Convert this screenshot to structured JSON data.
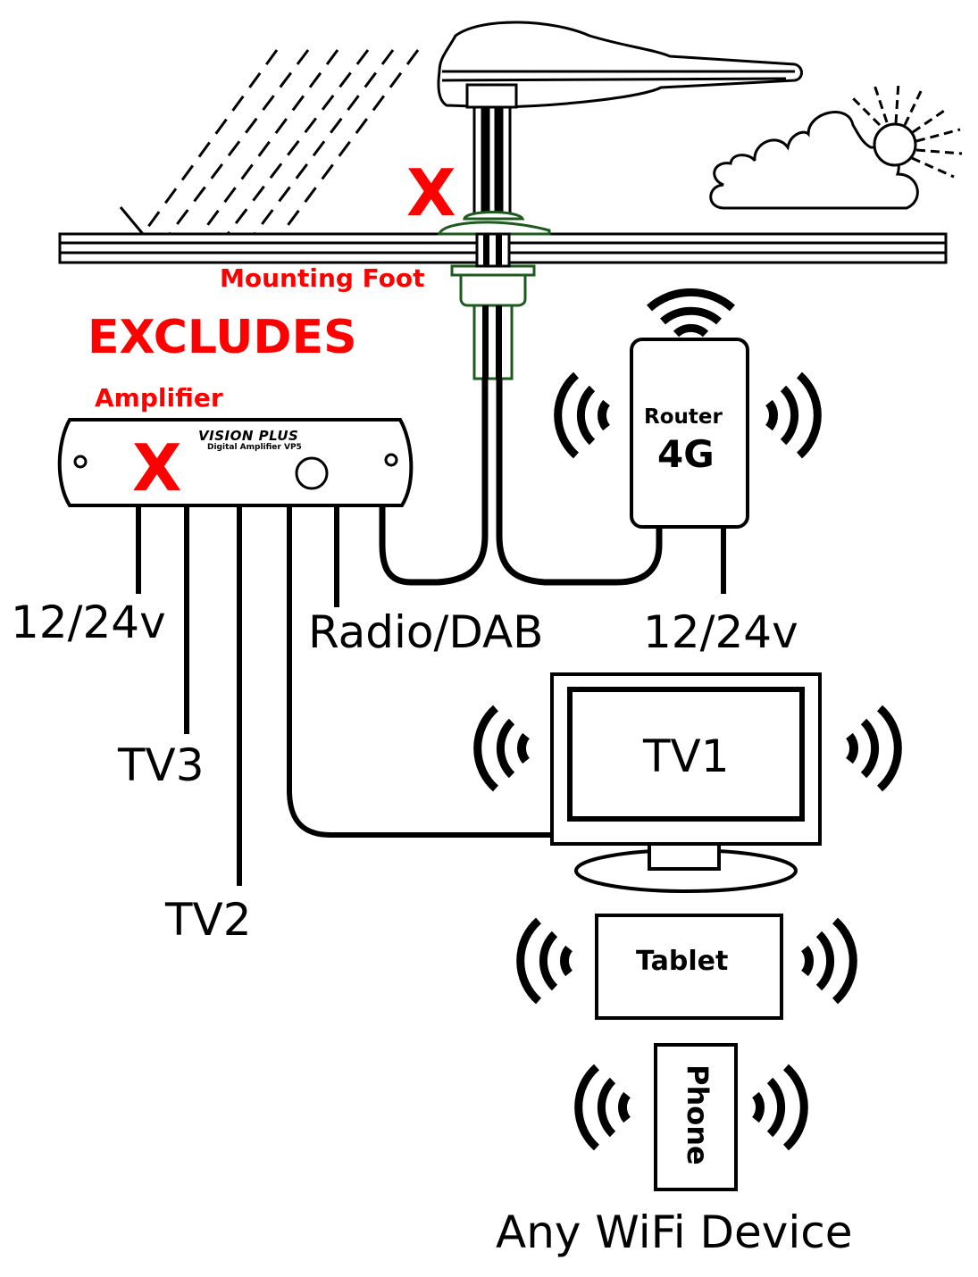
{
  "colors": {
    "line": "#000000",
    "exclusion": "#ff0000",
    "mounting_foot": "#1e5a1e",
    "background": "#ffffff"
  },
  "exclusions": {
    "heading": "EXCLUDES",
    "mark": "X",
    "items": [
      {
        "label": "Mounting Foot",
        "mark": "X"
      },
      {
        "label": "Amplifier",
        "mark": "X"
      }
    ]
  },
  "amplifier": {
    "brand": "VISION PLUS",
    "model": "Digital Amplifier VP5",
    "outputs": [
      "12/24v",
      "TV3",
      "TV2",
      "Radio/DAB"
    ]
  },
  "router": {
    "label": "Router",
    "type": "4G",
    "power": "12/24v"
  },
  "devices": {
    "tv": "TV1",
    "tablet": "Tablet",
    "phone": "Phone",
    "caption": "Any WiFi Device"
  },
  "icons": [
    "antenna-icon",
    "rain-icon",
    "cloud-icon",
    "sun-icon",
    "wifi-signal-icon",
    "tv-icon",
    "router-icon",
    "tablet-icon",
    "phone-icon",
    "amplifier-icon"
  ]
}
